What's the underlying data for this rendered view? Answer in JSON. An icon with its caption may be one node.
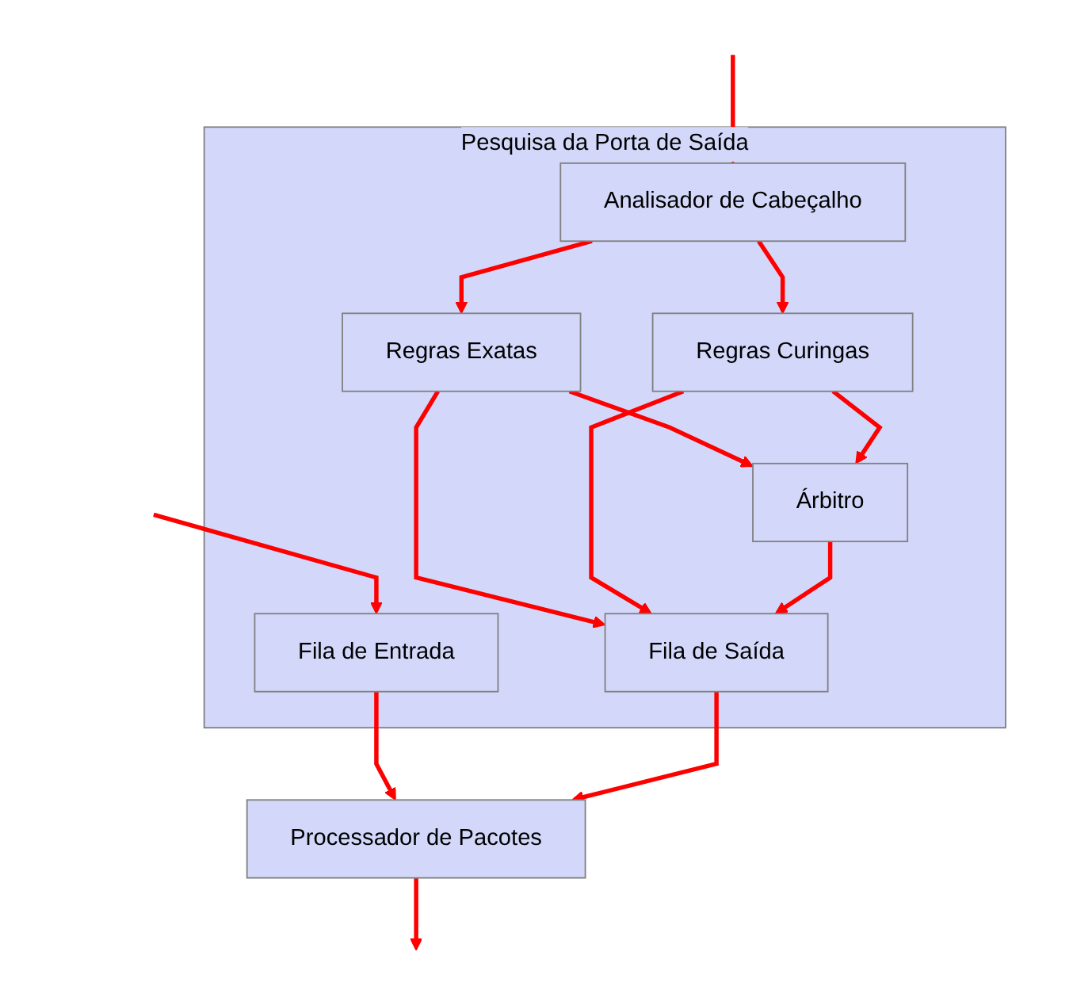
{
  "diagram": {
    "nodes": [
      {
        "text": [
          "Pesquisa da Porta de Saída"
        ]
      },
      {
        "text": [
          "Fila de Entrada"
        ],
        "in": 0
      },
      {
        "text": [
          "Analisador de Cabeçalho"
        ],
        "in": 0
      },
      {
        "text": [
          "Regras Exatas"
        ],
        "in": 0
      },
      {
        "text": [
          "Regras Curingas"
        ],
        "in": 0
      },
      {
        "text": [
          "Árbitro"
        ],
        "in": 0
      },
      {
        "text": [
          "Fila de Saída"
        ],
        "in": 0
      },
      {
        "text": [
          "Processador de Pacotes"
        ]
      }
    ],
    "edges": [
      {
        "from": null,
        "to": 1,
        "arrow": "to"
      },
      {
        "from": null,
        "to": 2,
        "arrow": "to"
      },
      {
        "from": 2,
        "to": 3,
        "arrow": "to"
      },
      {
        "from": 2,
        "to": 4,
        "arrow": "to"
      },
      {
        "from": 3,
        "to": 5,
        "arrow": "to"
      },
      {
        "from": 4,
        "to": 5,
        "arrow": "to"
      },
      {
        "from": 3,
        "to": 6,
        "arrow": "to"
      },
      {
        "from": 4,
        "to": 6,
        "arrow": "to"
      },
      {
        "from": 5,
        "to": 6,
        "arrow": "to"
      },
      {
        "from": 1,
        "to": 7,
        "arrow": "to"
      },
      {
        "from": 6,
        "to": 7,
        "arrow": "to"
      },
      {
        "from": 7,
        "to": null,
        "arrow": "to"
      }
    ]
  }
}
